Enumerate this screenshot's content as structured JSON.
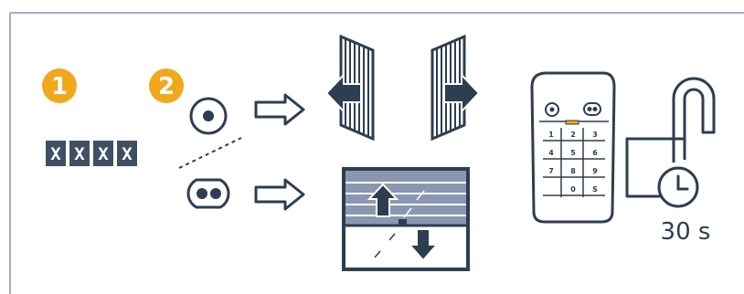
{
  "steps": [
    "1",
    "2"
  ],
  "code_digits": [
    "X",
    "X",
    "X",
    "X"
  ],
  "keypad": {
    "rows": [
      [
        "1",
        "2",
        "3"
      ],
      [
        "4",
        "5",
        "6"
      ],
      [
        "7",
        "8",
        "9"
      ],
      [
        "",
        "0",
        "S"
      ]
    ]
  },
  "timer": {
    "label": "30 s"
  },
  "colors": {
    "frame": "#a6aec9",
    "ink": "#2d3e50",
    "accent": "#f2a81d",
    "code_bg": "#3f5064",
    "slat_blue": "#8b97b2",
    "window_glass": "#bac3d3"
  }
}
